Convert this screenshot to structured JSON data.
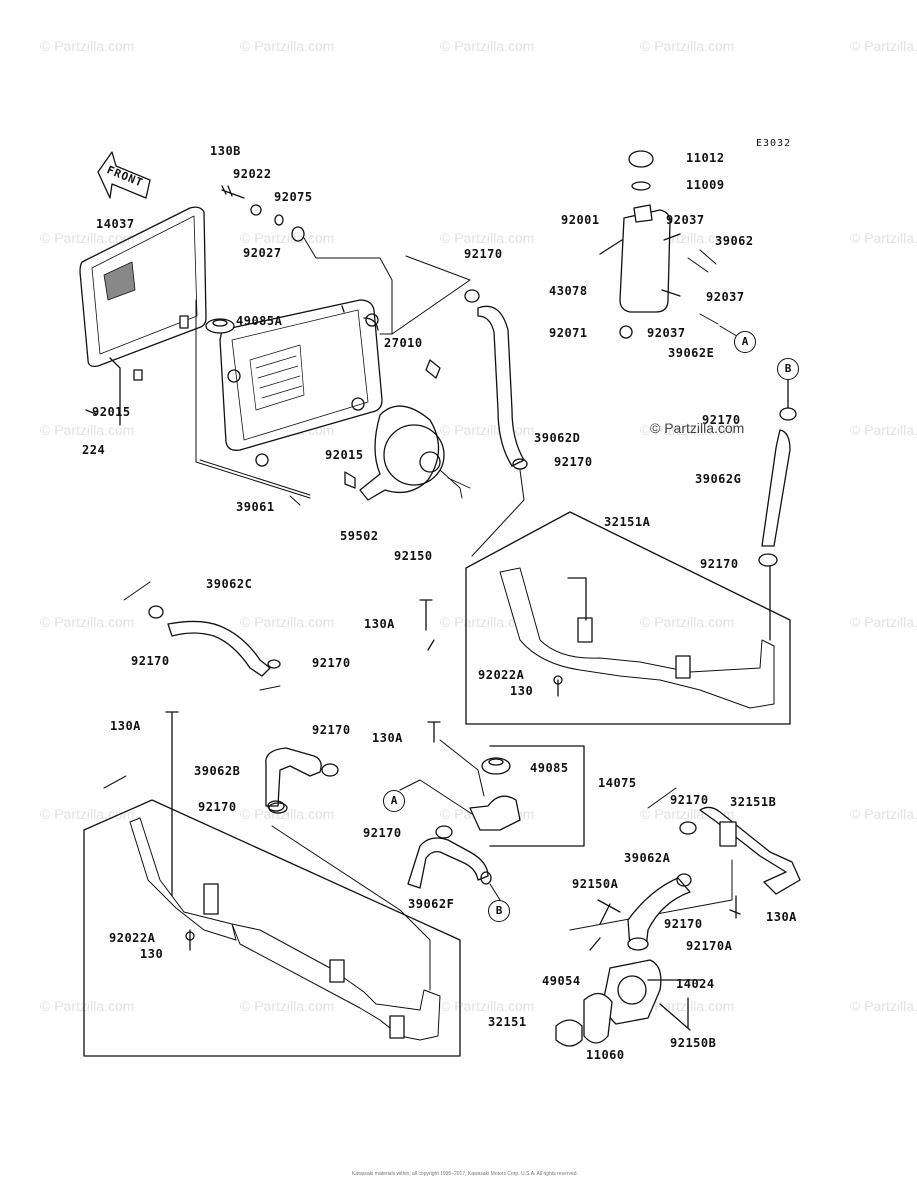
{
  "diagram_code": "E3032",
  "watermark": "© Partzilla.com",
  "partzilla_tag": "© Partzilla.com",
  "copyright": "Kawasaki materials within, all copyright 1995–2017, Kawasaki Motors Corp. U.S.A. All rights reserved.",
  "front_label": "FRONT",
  "parts": {
    "p130b": "130B",
    "p92022": "92022",
    "p92075": "92075",
    "p92027": "92027",
    "p14037": "14037",
    "p49085a": "49085A",
    "p27010": "27010",
    "p92015_left": "92015",
    "p224": "224",
    "p39061": "39061",
    "p92015_fan": "92015",
    "p59502": "59502",
    "p92150": "92150",
    "p92170_top": "92170",
    "p39062d": "39062D",
    "p92170_d": "92170",
    "p11012": "11012",
    "p11009": "11009",
    "p92001": "92001",
    "p92037_a": "92037",
    "p39062": "39062",
    "p43078": "43078",
    "p92037_b": "92037",
    "p92071": "92071",
    "p92037_c": "92037",
    "p39062e": "39062E",
    "p92170_g": "92170",
    "p39062g": "39062G",
    "p32151a": "32151A",
    "p92170_g2": "92170",
    "p39062c": "39062C",
    "p92170_c1": "92170",
    "p92170_c2": "92170",
    "p130a_mid": "130A",
    "p92022a_r": "92022A",
    "p130_r": "130",
    "p130a_left": "130A",
    "p92170_b1": "92170",
    "p39062b": "39062B",
    "p92170_b2": "92170",
    "p130a_c": "130A",
    "p49085": "49085",
    "p14075": "14075",
    "p92170_f": "92170",
    "p39062f": "39062F",
    "p92022a_l": "92022A",
    "p130_l": "130",
    "p32151": "32151",
    "p92170_r": "92170",
    "p32151b": "32151B",
    "p39062a": "39062A",
    "p92150a": "92150A",
    "p92170_a": "92170",
    "p130a_r": "130A",
    "p92170a": "92170A",
    "p49054": "49054",
    "p14024": "14024",
    "p11060": "11060",
    "p92150b": "92150B"
  },
  "callouts": {
    "a_top": "A",
    "b_top": "B",
    "a_mid": "A",
    "b_mid": "B"
  },
  "colors": {
    "ink": "#111111",
    "watermark": "#e2e2e2",
    "paper": "#ffffff"
  }
}
